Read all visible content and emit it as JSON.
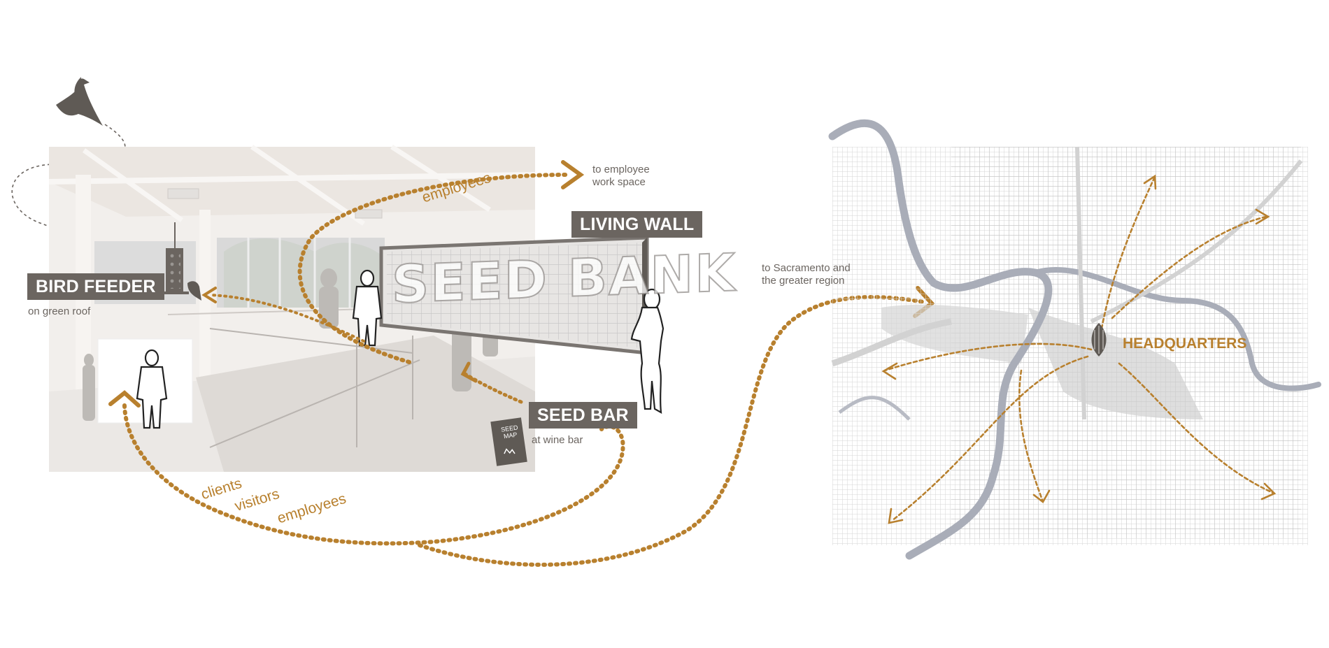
{
  "labels": {
    "bird_feeder": "BIRD FEEDER",
    "bird_feeder_sub": "on green roof",
    "living_wall": "LIVING WALL",
    "seed_bar": "SEED BAR",
    "seed_bar_sub": "at wine bar",
    "seed_bank": "SEED BANK",
    "seed_map": "SEED MAP",
    "headquarters": "HEADQUARTERS"
  },
  "notes": {
    "to_employee_line1": "to employee",
    "to_employee_line2": "work space",
    "to_sacramento_line1": "to Sacramento and",
    "to_sacramento_line2": "the greater region"
  },
  "flow_words": {
    "employees_top": "employees",
    "clients": "clients",
    "visitors": "visitors",
    "employees_bottom": "employees"
  },
  "colors": {
    "label_bg": "#6b6560",
    "accent": "#b8802e",
    "river": "#a9adb8",
    "map_streets": "#c9c9c9",
    "bird": "#5f5a55"
  }
}
